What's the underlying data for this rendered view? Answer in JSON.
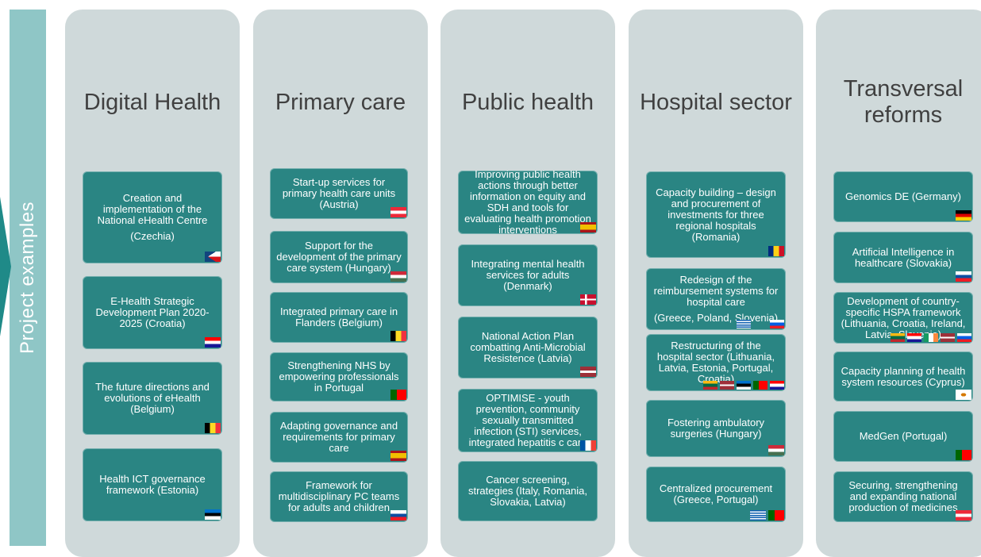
{
  "sidebar": {
    "label": "Project examples"
  },
  "columns": [
    {
      "title": "Digital Health",
      "cards": [
        {
          "text": "Creation and implementation of the National eHealth Centre\n(Czechia)",
          "flags": [
            "czechia"
          ]
        },
        {
          "text": "E-Health Strategic Development Plan 2020-2025 (Croatia)",
          "flags": [
            "croatia"
          ]
        },
        {
          "text": "The future directions and evolutions of eHealth (Belgium)",
          "flags": [
            "belgium"
          ]
        },
        {
          "text": "Health ICT governance framework (Estonia)",
          "flags": [
            "estonia"
          ]
        }
      ]
    },
    {
      "title": "Primary care",
      "cards": [
        {
          "text": "Start-up services for primary health care units (Austria)",
          "flags": [
            "austria"
          ]
        },
        {
          "text": "Support for the development of the primary care system (Hungary)",
          "flags": [
            "hungary"
          ]
        },
        {
          "text": "Integrated primary care in Flanders (Belgium)",
          "flags": [
            "belgium"
          ]
        },
        {
          "text": "Strengthening NHS by empowering professionals in Portugal",
          "flags": [
            "portugal"
          ]
        },
        {
          "text": "Adapting governance and requirements for primary care",
          "flags": [
            "spain"
          ]
        },
        {
          "text": "Framework for multidisciplinary PC teams for adults and children",
          "flags": [
            "slovakia"
          ]
        }
      ]
    },
    {
      "title": "Public health",
      "cards": [
        {
          "text": "Improving public health actions through better information on equity and SDH  and  tools for evaluating health promotion interventions",
          "flags": [
            "spain"
          ]
        },
        {
          "text": "Integrating mental health services for adults (Denmark)",
          "flags": [
            "denmark"
          ]
        },
        {
          "text": "National Action Plan combatting Anti-Microbial Resistence (Latvia)",
          "flags": [
            "latvia"
          ]
        },
        {
          "text": "OPTIMISE - youth prevention, community sexually transmitted infection (STI) services, integrated hepatitis c care",
          "flags": [
            "france"
          ]
        },
        {
          "text": "Cancer screening, strategies (Italy, Romania, Slovakia, Latvia)",
          "flags": []
        }
      ]
    },
    {
      "title": "Hospital sector",
      "cards": [
        {
          "text": "Capacity building – design and procurement of investments for three regional hospitals (Romania)",
          "flags": [
            "romania"
          ]
        },
        {
          "text": "Redesign of the reimbursement systems for hospital care\n(Greece, Poland, Slovenia)",
          "flags": [
            "greece",
            "poland",
            "slovenia"
          ]
        },
        {
          "text": "Restructuring of the hospital sector (Lithuania, Latvia, Estonia, Portugal, Croatia)",
          "flags": [
            "lithuania",
            "latvia",
            "estonia",
            "portugal",
            "croatia"
          ]
        },
        {
          "text": "Fostering ambulatory surgeries (Hungary)",
          "flags": [
            "hungary"
          ]
        },
        {
          "text": "Centralized procurement (Greece, Portugal)",
          "flags": [
            "greece",
            "portugal"
          ]
        }
      ]
    },
    {
      "title": "Transversal reforms",
      "cards": [
        {
          "text": "Genomics DE (Germany)",
          "flags": [
            "germany"
          ]
        },
        {
          "text": "Artificial Intelligence in healthcare (Slovakia)",
          "flags": [
            "slovakia"
          ]
        },
        {
          "text": "Development of country-specific HSPA framework (Lithuania, Croatia, Ireland, Latvia, Slovenia)",
          "flags": [
            "lithuania",
            "croatia",
            "ireland",
            "latvia",
            "slovenia"
          ]
        },
        {
          "text": "Capacity planning of health system resources (Cyprus)",
          "flags": [
            "cyprus"
          ]
        },
        {
          "text": "MedGen (Portugal)",
          "flags": [
            "portugal"
          ]
        },
        {
          "text": "Securing, strengthening and expanding national production of medicines",
          "flags": [
            "austria"
          ]
        }
      ]
    }
  ],
  "flag_colors": {
    "czechia": [
      "#ffffff",
      "#d7141a",
      "#11457e"
    ],
    "croatia": [
      "#ff0000",
      "#ffffff",
      "#171796"
    ],
    "belgium": [
      "#000000",
      "#fdda24",
      "#ef3340"
    ],
    "estonia": [
      "#0072ce",
      "#000000",
      "#ffffff"
    ],
    "austria": [
      "#ed2939",
      "#ffffff",
      "#ed2939"
    ],
    "hungary": [
      "#ce2939",
      "#ffffff",
      "#477050"
    ],
    "portugal": [
      "#006600",
      "#ff0000"
    ],
    "spain": [
      "#aa151b",
      "#f1bf00",
      "#aa151b"
    ],
    "slovakia": [
      "#ffffff",
      "#0b4ea2",
      "#ee1c25"
    ],
    "denmark": [
      "#c8102e",
      "#ffffff"
    ],
    "latvia": [
      "#9e3039",
      "#ffffff",
      "#9e3039"
    ],
    "france": [
      "#0055a4",
      "#ffffff",
      "#ef4135"
    ],
    "romania": [
      "#002b7f",
      "#fcd116",
      "#ce1126"
    ],
    "greece": [
      "#0d5eaf",
      "#ffffff"
    ],
    "poland": [
      "#ffffff",
      "#dc143c"
    ],
    "slovenia": [
      "#ffffff",
      "#005ce5",
      "#ed1c24"
    ],
    "lithuania": [
      "#fdb913",
      "#006a44",
      "#c1272d"
    ],
    "germany": [
      "#000000",
      "#dd0000",
      "#ffce00"
    ],
    "ireland": [
      "#169b62",
      "#ffffff",
      "#ff883e"
    ],
    "cyprus": [
      "#ffffff",
      "#d57800"
    ]
  }
}
